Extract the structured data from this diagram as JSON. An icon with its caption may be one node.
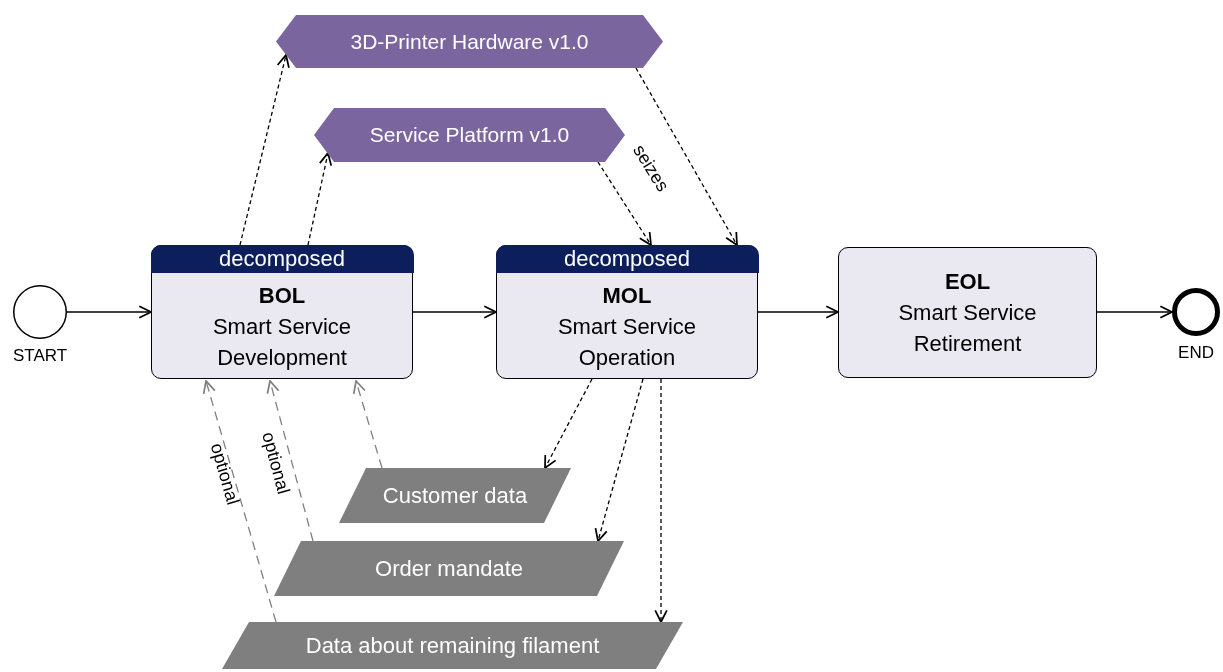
{
  "diagram": {
    "nodes": [
      {
        "text": [],
        "shape": "circle",
        "beside": [
          "START"
        ]
      },
      {
        "text": [
          "decomposed",
          "BOL",
          "Smart Service Development"
        ]
      },
      {
        "text": [
          "decomposed",
          "MOL",
          "Smart Service Operation"
        ]
      },
      {
        "text": [
          "EOL",
          "Smart Service Retirement"
        ]
      },
      {
        "text": [],
        "shape": "circle",
        "beside": [
          "END"
        ]
      },
      {
        "text": [
          "3D-Printer Hardware v1.0"
        ]
      },
      {
        "text": [
          "Service Platform v1.0"
        ]
      },
      {
        "text": [
          "Customer data"
        ]
      },
      {
        "text": [
          "Order mandate"
        ]
      },
      {
        "text": [
          "Data about remaining filament"
        ]
      }
    ],
    "edges": [
      {
        "from": 0,
        "to": 1,
        "arrow": "to"
      },
      {
        "from": 1,
        "to": 2,
        "arrow": "to"
      },
      {
        "from": 2,
        "to": 3,
        "arrow": "to"
      },
      {
        "from": 3,
        "to": 4,
        "arrow": "to"
      },
      {
        "from": 1,
        "to": 5,
        "arrow": "to",
        "style": "dashed"
      },
      {
        "from": 1,
        "to": 6,
        "arrow": "to",
        "style": "dashed"
      },
      {
        "from": 6,
        "to": 2,
        "arrow": "to",
        "style": "dashed",
        "label": "seizes"
      },
      {
        "from": 5,
        "to": 2,
        "arrow": "to",
        "style": "dashed"
      },
      {
        "from": 2,
        "to": 7,
        "arrow": "to",
        "style": "dashed"
      },
      {
        "from": 2,
        "to": 8,
        "arrow": "to",
        "style": "dashed"
      },
      {
        "from": 2,
        "to": 9,
        "arrow": "to",
        "style": "dashed"
      },
      {
        "from": 7,
        "to": 1,
        "arrow": "to",
        "style": "dashed",
        "color": "#808080"
      },
      {
        "from": 8,
        "to": 1,
        "arrow": "to",
        "style": "dashed",
        "color": "#808080",
        "label": "optional"
      },
      {
        "from": 9,
        "to": 1,
        "arrow": "to",
        "style": "dashed",
        "color": "#808080",
        "label": "optional"
      }
    ]
  }
}
